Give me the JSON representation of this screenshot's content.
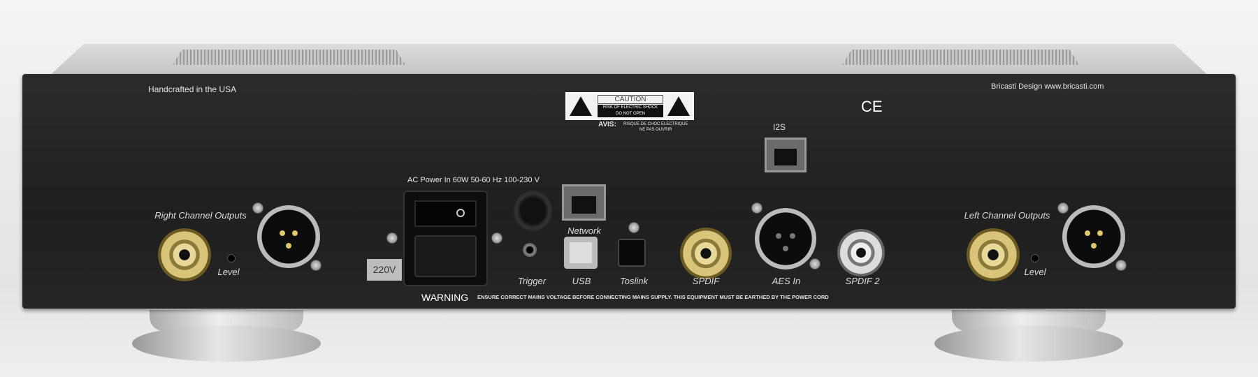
{
  "chassis": {
    "made_in": "Handcrafted in the USA",
    "brand": "Bricasti Design   www.bricasti.com",
    "ce_mark": "CE",
    "caution": {
      "title": "CAUTION",
      "line1": "RISK OF ELECTRIC SHOCK",
      "line2": "DO NOT OPEN",
      "avis_label": "AVIS:",
      "avis_line1": "RISQUE DE CHOC ELECTRIQUE",
      "avis_line2": "NE PAS OUVRIR"
    },
    "power": {
      "spec": "AC Power In 60W 50-60 Hz   100-230 V",
      "voltage_tag": "220V"
    },
    "warning": {
      "label": "WARNING",
      "text": "ENSURE CORRECT MAINS VOLTAGE BEFORE CONNECTING MAINS SUPPLY. THIS EQUIPMENT MUST BE EARTHED BY THE POWER CORD"
    },
    "ports": {
      "i2s": "I2S",
      "trigger": "Trigger",
      "network": "Network",
      "usb": "USB",
      "toslink": "Toslink",
      "spdif": "SPDIF",
      "aes": "AES In",
      "spdif2": "SPDIF 2"
    },
    "right_outputs": {
      "title": "Right Channel Outputs",
      "level": "Level"
    },
    "left_outputs": {
      "title": "Left Channel Outputs",
      "level": "Level"
    }
  }
}
